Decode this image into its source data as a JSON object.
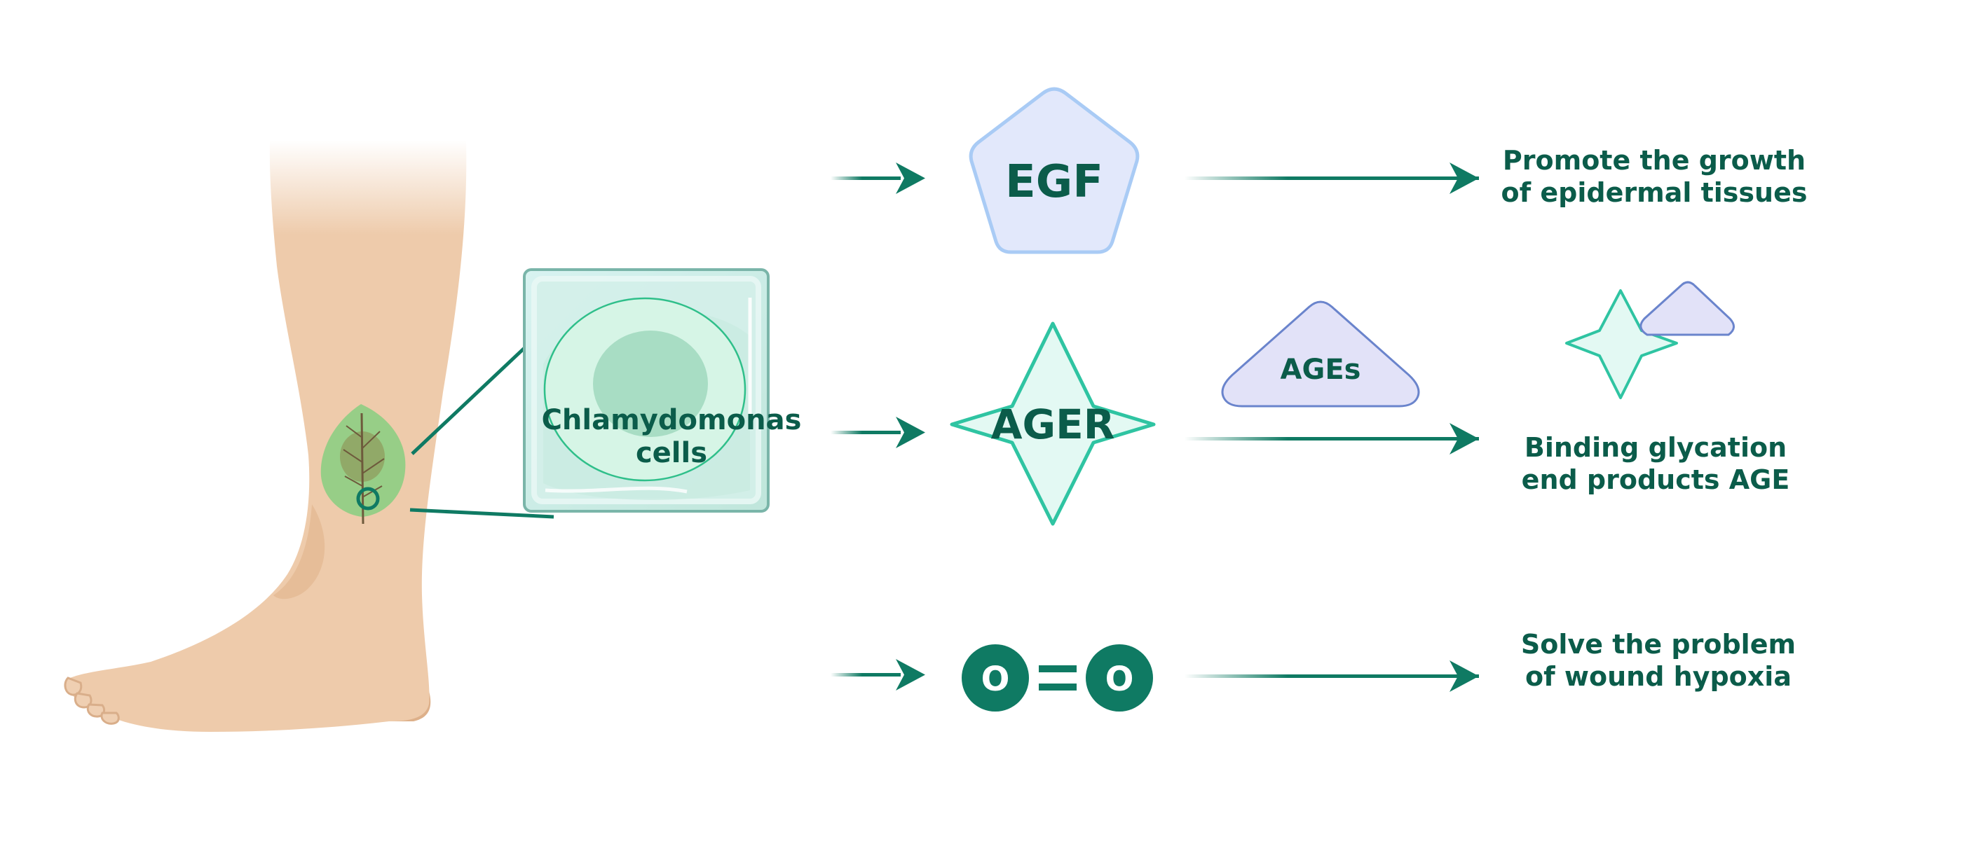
{
  "colors": {
    "primary": "#0f7a63",
    "text_dark": "#0b5c4a",
    "teal_outline": "#2fc4a2",
    "teal_fill": "#e3f9f3",
    "egf_fill": "#e2e8fb",
    "egf_stroke": "#a9cbf5",
    "ages_fill": "#e2e2f8",
    "ages_stroke": "#6a84cc",
    "skin": "#eecbab",
    "skin_shadow": "#ddb08a",
    "leaf": "#8fce83"
  },
  "icons": {
    "leg": "leg-illustration",
    "leaf": "leaf-patch-icon",
    "cell_box": "chlamydomonas-cell-icon",
    "egf": "pentagon-icon",
    "ager": "four-point-star-icon",
    "ages": "triangle-icon",
    "oxygen": "oxygen-molecule-icon",
    "binding": "star-triangle-binding-icon"
  },
  "cell_label": {
    "line1": "Chlamydomonas",
    "line2": "cells"
  },
  "rows": [
    {
      "molecule": "EGF",
      "outcome_line1": "Promote the growth",
      "outcome_line2": "of epidermal tissues"
    },
    {
      "molecule": "AGER",
      "ligand": "AGEs",
      "outcome_line1": "Binding glycation",
      "outcome_line2": "end products AGE"
    },
    {
      "molecule_atom1": "O",
      "molecule_atom2": "O",
      "outcome_line1": "Solve the problem",
      "outcome_line2": "of wound hypoxia"
    }
  ]
}
